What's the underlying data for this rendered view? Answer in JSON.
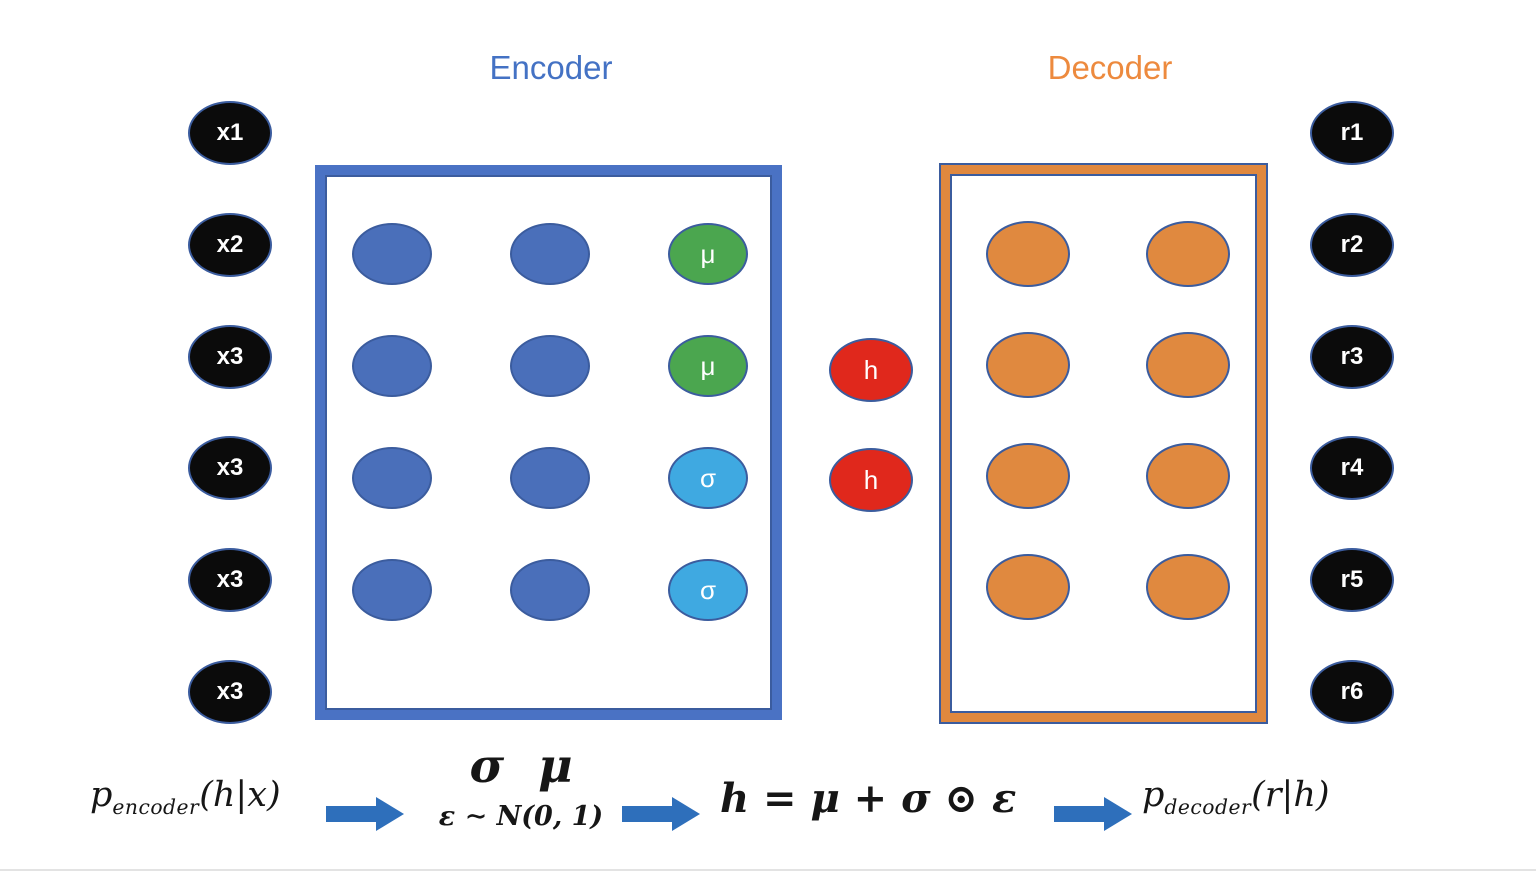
{
  "titles": {
    "encoder": "Encoder",
    "decoder": "Decoder"
  },
  "nodes": {
    "inputs": [
      "x1",
      "x2",
      "x3",
      "x3",
      "x3",
      "x3"
    ],
    "encoder_hidden_rows": 4,
    "encoder_hidden_cols": 2,
    "encoder_latent": [
      "μ",
      "μ",
      "σ",
      "σ"
    ],
    "latent": [
      "h",
      "h"
    ],
    "decoder_hidden_rows": 4,
    "decoder_hidden_cols": 2,
    "outputs": [
      "r1",
      "r2",
      "r3",
      "r4",
      "r5",
      "r6"
    ]
  },
  "formulas": {
    "encoder_dist": {
      "base": "p",
      "subscript": "encoder",
      "argument": "(h|x)"
    },
    "sigma": "σ",
    "mu": "μ",
    "noise": "ε ∼ N(0, 1)",
    "reparam": "h = μ + σ ⊙ ε",
    "decoder_dist": {
      "base": "p",
      "subscript": "decoder",
      "argument": "(r|h)"
    }
  },
  "colors": {
    "encoder_blue": "#4a72c4",
    "hidden_blue": "#4a6fba",
    "node_border": "#3b5c9e",
    "mu_green": "#4ba64f",
    "sigma_sky": "#3fa9e1",
    "h_red": "#e0281c",
    "decoder_orange": "#e0883e",
    "hidden_orange": "#e0893f",
    "io_black": "#0b0b0b",
    "title_blue": "#4472c4",
    "title_orange": "#ed8a3e",
    "arrow_blue": "#2e6fbb"
  }
}
